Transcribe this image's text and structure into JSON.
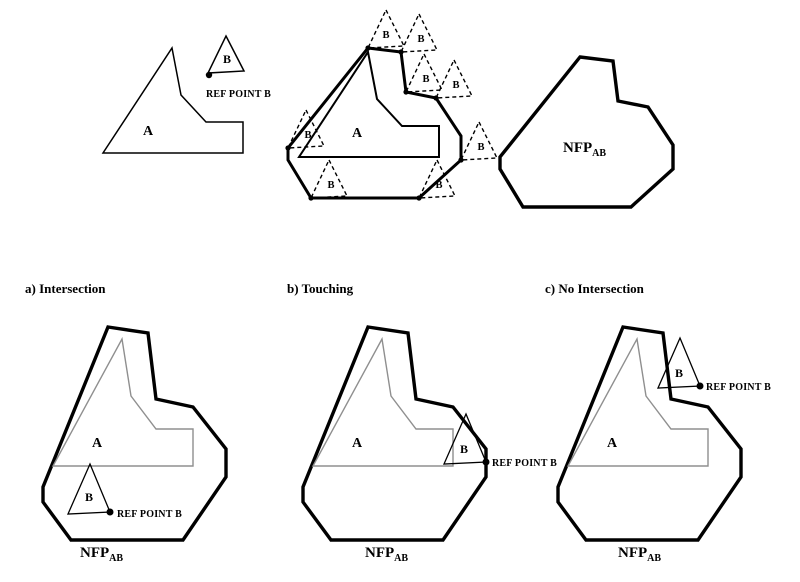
{
  "page": {
    "background": "#ffffff",
    "description": "No-Fit Polygon (NFP) construction diagram: orbiting polygon B around polygon A, resulting NFP, and three placement cases"
  },
  "colors": {
    "ink": "#000000",
    "gray_shape": "#8f8f8f"
  },
  "labels": {
    "a_label": "A",
    "b_label": "B",
    "ref_point": "REF POINT B",
    "nfp": "NFP",
    "nfp_sub": "AB"
  },
  "captions": {
    "case_a": "a) Intersection",
    "case_b": "b) Touching",
    "case_c": "c) No Intersection"
  }
}
